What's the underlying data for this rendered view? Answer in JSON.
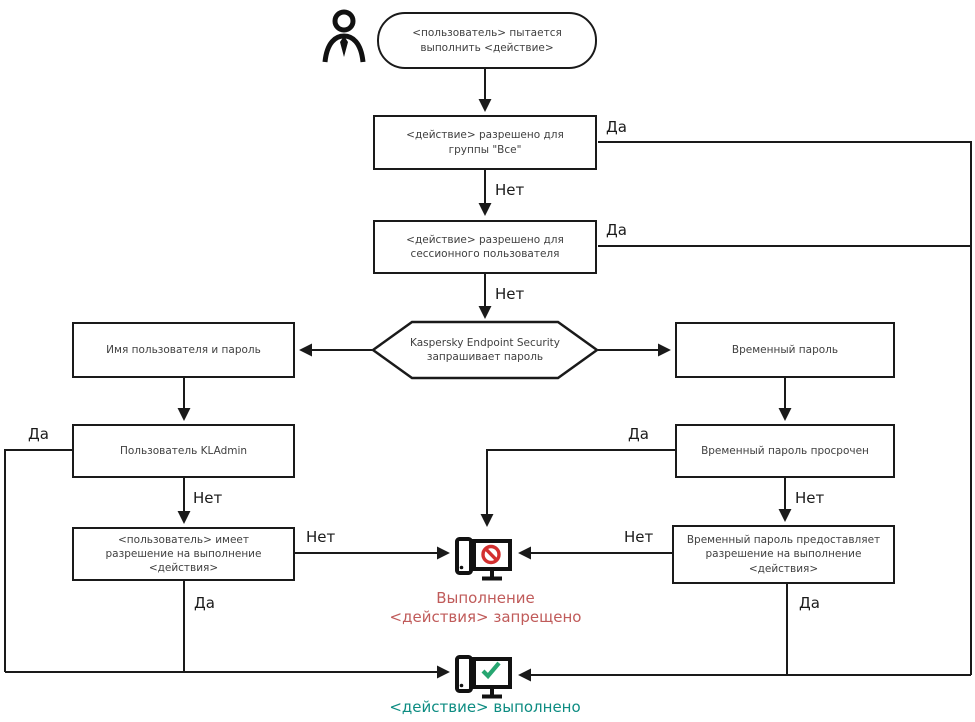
{
  "labels": {
    "yes": "Да",
    "no": "Нет"
  },
  "nodes": {
    "start": "<пользователь> пытается выполнить <действие>",
    "allowed_for_all": "<действие> разрешено для группы \"Все\"",
    "allowed_for_session": "<действие> разрешено для сессионного пользователя",
    "kes_prompts": "Kaspersky Endpoint Security запрашивает пароль",
    "username_password": "Имя пользователя и пароль",
    "temp_password": "Временный пароль",
    "kladmin": "Пользователь KLAdmin",
    "temp_expired": "Временный пароль просрочен",
    "user_has_permission": "<пользователь> имеет разрешение на выполнение <действия>",
    "temp_grants_permission": "Временный пароль предоставляет разрешение на выполнение <действия>",
    "action_blocked": "Выполнение <действия> запрещено",
    "action_performed": "<действие> выполнено"
  },
  "icons": {
    "person": "person-icon",
    "blocked": "computer-blocked-icon",
    "performed": "computer-check-icon"
  },
  "colors": {
    "line": "#1a1a1a",
    "box_border": "#1a1a1a",
    "node_text": "#3f3f3f",
    "blocked_text": "#c05b5a",
    "prohibition_red": "#d32f2f",
    "check_green": "#27a671",
    "performed_text": "#0d8c82",
    "background": "#ffffff"
  }
}
